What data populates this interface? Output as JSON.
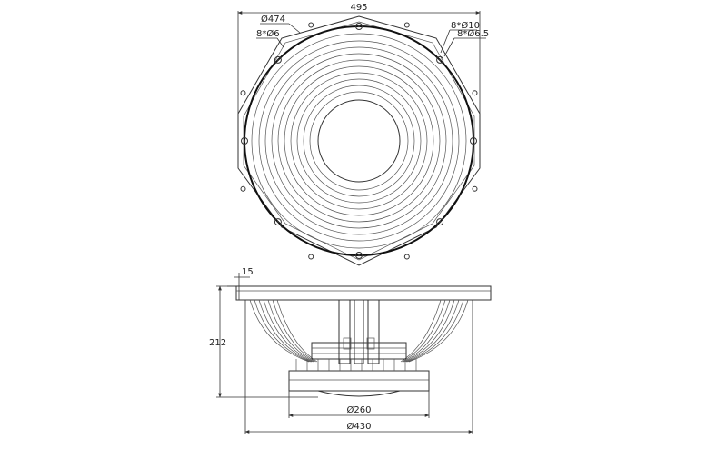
{
  "top_view": {
    "dimensions": {
      "overall_width": "495",
      "bolt_circle_diameter": "Ø474",
      "mounting_holes_small": "8*Ø6",
      "mounting_holes_large": "8*Ø10",
      "mounting_holes_medium": "8*Ø6.5"
    }
  },
  "side_view": {
    "dimensions": {
      "flange_thickness": "15",
      "overall_depth": "212",
      "magnet_diameter": "Ø260",
      "basket_diameter": "Ø430"
    }
  }
}
